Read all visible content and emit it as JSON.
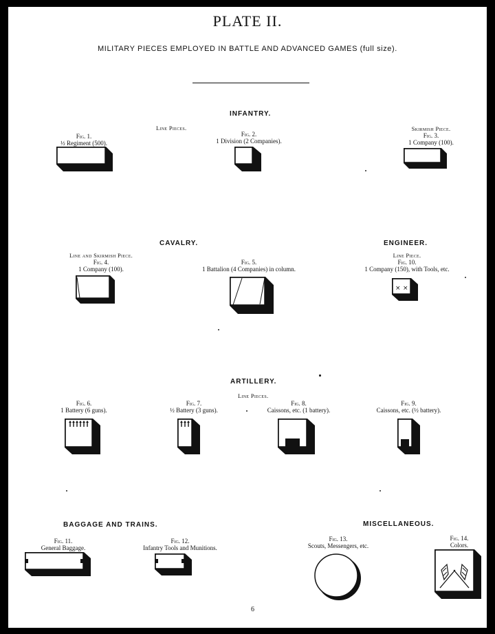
{
  "plate_title": "PLATE II.",
  "subtitle": "MILITARY PIECES EMPLOYED IN BATTLE AND ADVANCED GAMES (full size).",
  "sections": {
    "infantry": {
      "heading": "INFANTRY.",
      "line_pieces_label": "Line Pieces.",
      "skirmish_label": "Skirmish Piece.",
      "fig1": {
        "label": "Fig. 1.",
        "desc": "½ Regiment (500)."
      },
      "fig2": {
        "label": "Fig. 2.",
        "desc": "1 Division (2 Companies)."
      },
      "fig3": {
        "label": "Fig. 3.",
        "desc": "1 Company (100)."
      }
    },
    "cavalry": {
      "heading": "CAVALRY.",
      "piece_label": "Line and Skirmish Piece.",
      "fig4": {
        "label": "Fig. 4.",
        "desc": "1 Company (100)."
      },
      "fig5": {
        "label": "Fig. 5.",
        "desc": "1 Battalion (4 Companies) in column."
      }
    },
    "engineer": {
      "heading": "ENGINEER.",
      "piece_label": "Line Piece.",
      "fig10": {
        "label": "Fig. 10.",
        "desc": "1 Company (150), with Tools, etc."
      }
    },
    "artillery": {
      "heading": "ARTILLERY.",
      "line_pieces_label": "Line Pieces.",
      "fig6": {
        "label": "Fig. 6.",
        "desc": "1 Battery (6 guns)."
      },
      "fig7": {
        "label": "Fig. 7.",
        "desc": "½ Battery (3 guns)."
      },
      "fig8": {
        "label": "Fig. 8.",
        "desc": "Caissons, etc. (1 battery)."
      },
      "fig9": {
        "label": "Fig. 9.",
        "desc": "Caissons, etc. (½ battery)."
      }
    },
    "baggage": {
      "heading": "BAGGAGE AND TRAINS.",
      "fig11": {
        "label": "Fig. 11.",
        "desc": "General Baggage."
      },
      "fig12": {
        "label": "Fig. 12.",
        "desc": "Infantry Tools and Munitions."
      }
    },
    "miscellaneous": {
      "heading": "MISCELLANEOUS.",
      "fig13": {
        "label": "Fig. 13.",
        "desc": "Scouts, Messengers, etc."
      },
      "fig14": {
        "label": "Fig. 14.",
        "desc": "Colors."
      }
    }
  },
  "page_number": "6",
  "colors": {
    "ink": "#111111",
    "paper": "#ffffff",
    "border": "#000000"
  }
}
